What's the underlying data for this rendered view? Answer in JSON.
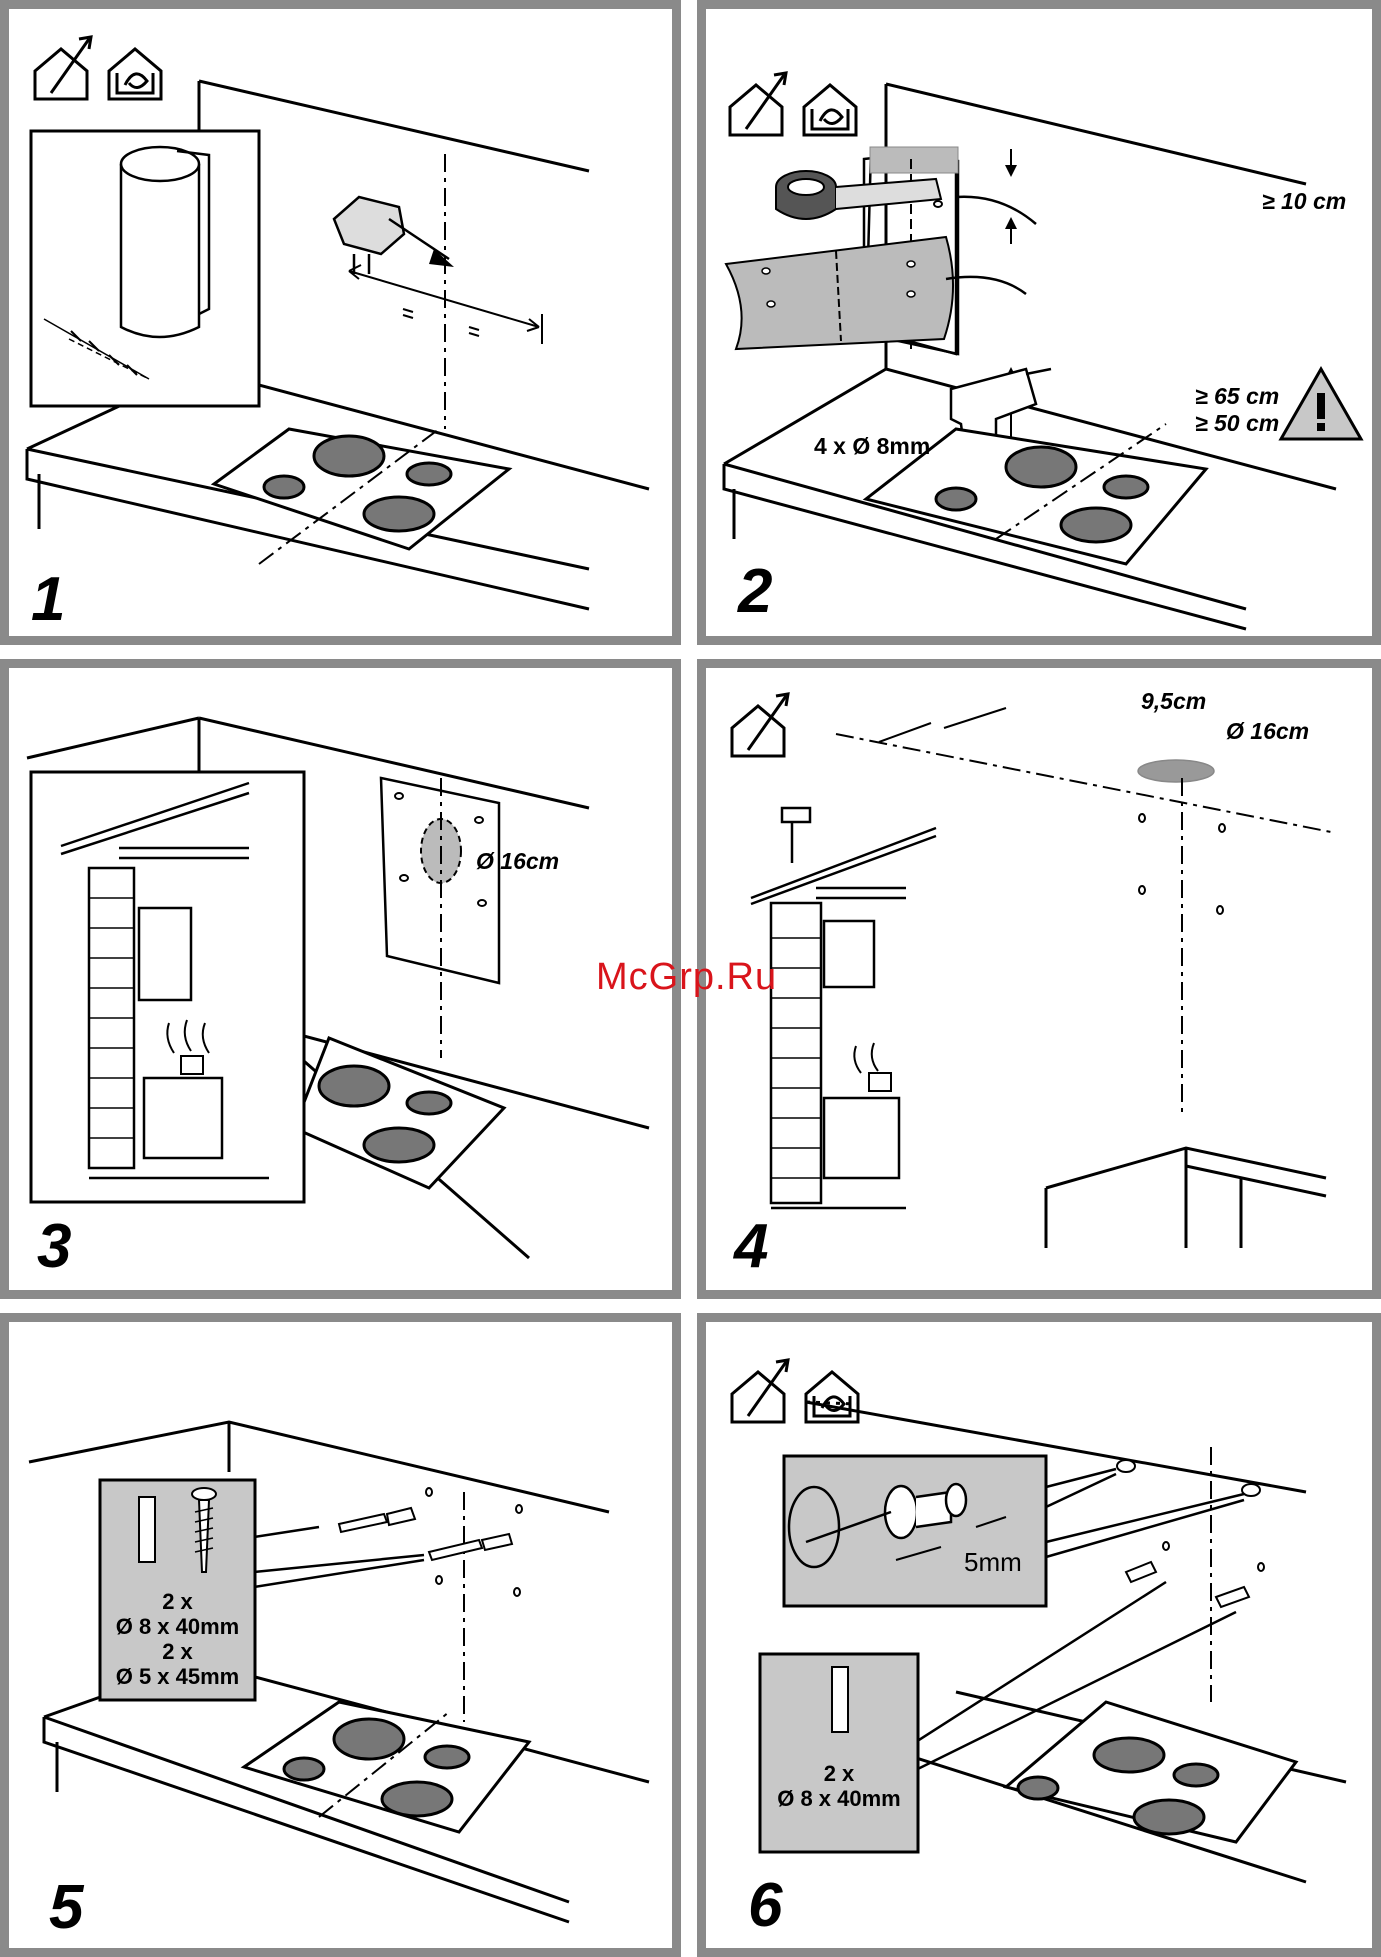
{
  "steps": [
    {
      "number": "1"
    },
    {
      "number": "2",
      "labels": {
        "tape_gap": "≥ 10 cm",
        "electric_dist": "≥ 65 cm",
        "gas_dist": "≥ 50 cm",
        "drill": "4 x Ø 8mm"
      }
    },
    {
      "number": "3",
      "labels": {
        "hole": "Ø 16cm"
      }
    },
    {
      "number": "4",
      "labels": {
        "offset": "9,5cm",
        "hole": "Ø 16cm"
      }
    },
    {
      "number": "5",
      "labels": {
        "qty_a": "2 x",
        "spec_a": "Ø 8 x 40mm",
        "qty_b": "2 x",
        "spec_b": "Ø 5 x 45mm"
      }
    },
    {
      "number": "6",
      "labels": {
        "gap": "5mm",
        "qty": "2 x",
        "spec": "Ø 8 x 40mm"
      }
    }
  ],
  "icons": [
    "ducted-mode-icon",
    "recirculation-mode-icon",
    "warning-icon"
  ],
  "watermark": "McGrp.Ru",
  "colors": {
    "frame": "#8a8a8a",
    "fill": "#c8c8c8",
    "ink": "#000000",
    "watermark": "#d9141b"
  }
}
